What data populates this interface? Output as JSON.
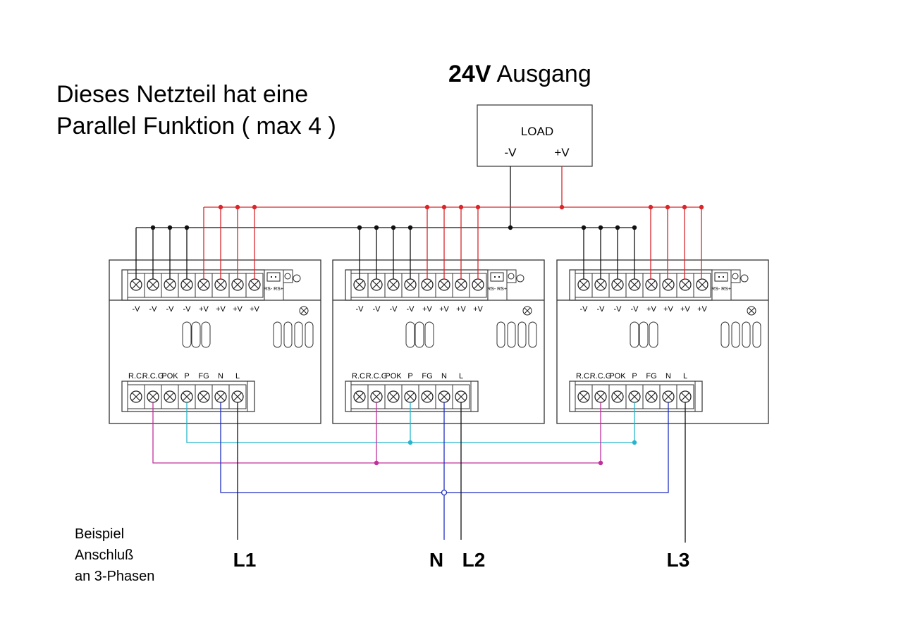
{
  "title_lines": [
    "Dieses Netzteil hat eine",
    "Parallel Funktion ( max 4 )"
  ],
  "output_heading": {
    "bold": "24V",
    "normal": "Ausgang"
  },
  "load": {
    "label": "LOAD",
    "minus": "-V",
    "plus": "+V"
  },
  "psu": {
    "output_terminals": [
      "-V",
      "-V",
      "-V",
      "-V",
      "+V",
      "+V",
      "+V",
      "+V"
    ],
    "sense_label": "RS- RS+",
    "input_terminals": [
      "R.C.",
      "R.C.G",
      "POK",
      "P",
      "FG",
      "N",
      "L"
    ],
    "count": 3
  },
  "phase_labels": {
    "l1": "L1",
    "n": "N",
    "l2": "L2",
    "l3": "L3"
  },
  "example_note": [
    "Beispiel",
    "Anschluß",
    "an 3-Phasen"
  ],
  "colors": {
    "negative": "#111111",
    "positive": "#d9262b",
    "pok_p": "#25b5cc",
    "rcg": "#c0309a",
    "neutral": "#1f2fbf",
    "line": "#111111"
  }
}
